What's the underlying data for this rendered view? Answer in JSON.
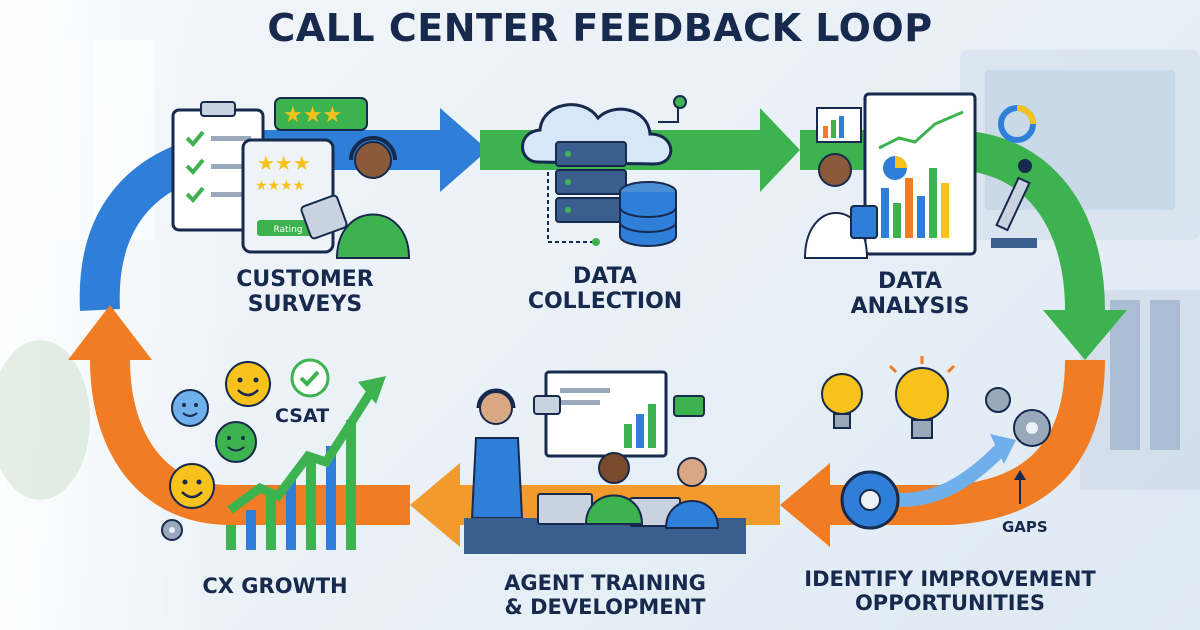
{
  "title": "CALL CENTER FEEDBACK LOOP",
  "stages": [
    {
      "id": "customer-surveys",
      "lines": [
        "CUSTOMER",
        "SURVEYS"
      ]
    },
    {
      "id": "data-collection",
      "lines": [
        "DATA",
        "COLLECTION"
      ]
    },
    {
      "id": "data-analysis",
      "lines": [
        "DATA",
        "ANALYSIS"
      ]
    },
    {
      "id": "identify-improvement",
      "lines": [
        "IDENTIFY IMPROVEMENT",
        "OPPORTUNITIES"
      ]
    },
    {
      "id": "agent-training",
      "lines": [
        "AGENT TRAINING",
        "& DEVELOPMENT"
      ]
    },
    {
      "id": "cx-growth",
      "lines": [
        "CX GROWTH"
      ]
    }
  ],
  "annotations": {
    "rating": "Rating",
    "csat": "CSAT",
    "gaps": "GAPS"
  },
  "colors": {
    "title": "#17294d",
    "blue": "#2f7fd8",
    "green": "#3db34f",
    "orange": "#f07c23",
    "yellow": "#f7c21b"
  },
  "icons": [
    "clipboard-icon",
    "star-rating-icon",
    "tablet-icon",
    "agent-headset-icon",
    "cloud-icon",
    "server-icon",
    "database-icon",
    "analyst-icon",
    "chart-board-icon",
    "microscope-icon",
    "lightbulb-icon",
    "gear-icon",
    "presentation-icon",
    "laptop-icon",
    "smiley-icon",
    "growth-chart-icon",
    "check-badge-icon"
  ]
}
